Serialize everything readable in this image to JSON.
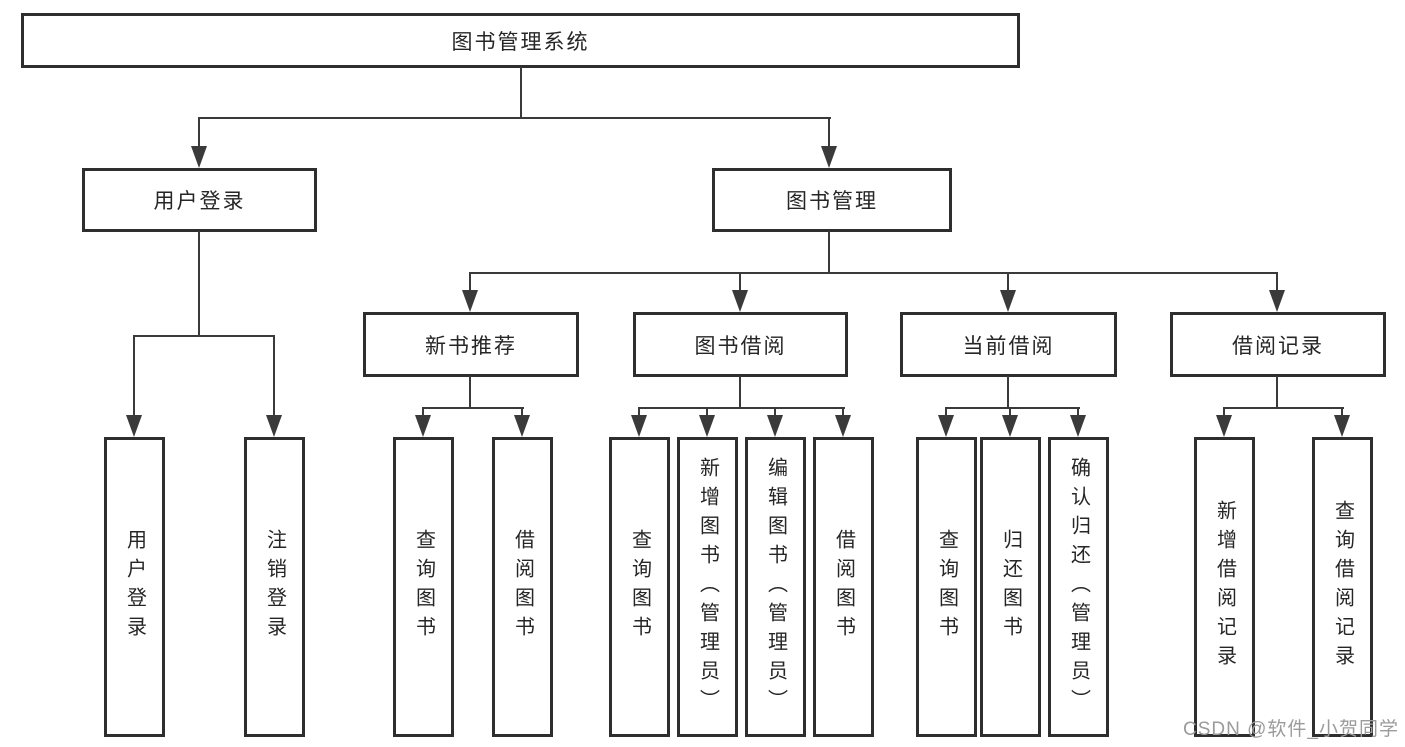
{
  "diagram": {
    "type": "hierarchy-tree",
    "nodes": {
      "root": "图书管理系统",
      "user_login": "用户登录",
      "book_management": "图书管理",
      "new_book_recommend": "新书推荐",
      "book_borrow": "图书借阅",
      "current_borrow": "当前借阅",
      "borrow_records": "借阅记录",
      "leaf_user_login": "用户登录",
      "leaf_logout": "注销登录",
      "rec_query_book": "查询图书",
      "rec_borrow_book": "借阅图书",
      "bb_query_book": "查询图书",
      "bb_add_book": "新增图书（管理员）",
      "bb_edit_book": "编辑图书（管理员）",
      "bb_borrow_book": "借阅图书",
      "cb_query_book": "查询图书",
      "cb_return_book": "归还图书",
      "cb_confirm_return": "确认归还（管理员）",
      "br_add_record": "新增借阅记录",
      "br_query_record": "查询借阅记录"
    },
    "edges": [
      [
        "root",
        "user_login"
      ],
      [
        "root",
        "book_management"
      ],
      [
        "user_login",
        "leaf_user_login"
      ],
      [
        "user_login",
        "leaf_logout"
      ],
      [
        "book_management",
        "new_book_recommend"
      ],
      [
        "book_management",
        "book_borrow"
      ],
      [
        "book_management",
        "current_borrow"
      ],
      [
        "book_management",
        "borrow_records"
      ],
      [
        "new_book_recommend",
        "rec_query_book"
      ],
      [
        "new_book_recommend",
        "rec_borrow_book"
      ],
      [
        "book_borrow",
        "bb_query_book"
      ],
      [
        "book_borrow",
        "bb_add_book"
      ],
      [
        "book_borrow",
        "bb_edit_book"
      ],
      [
        "book_borrow",
        "bb_borrow_book"
      ],
      [
        "current_borrow",
        "cb_query_book"
      ],
      [
        "current_borrow",
        "cb_return_book"
      ],
      [
        "current_borrow",
        "cb_confirm_return"
      ],
      [
        "borrow_records",
        "br_add_record"
      ],
      [
        "borrow_records",
        "br_query_record"
      ]
    ],
    "colors": {
      "background": "#ffffff",
      "line": "#3a3a3a",
      "box_border": "#2e2e2e",
      "text": "#262626",
      "watermark": "#9b9b9b"
    }
  },
  "watermark": "CSDN @软件_小贺同学"
}
